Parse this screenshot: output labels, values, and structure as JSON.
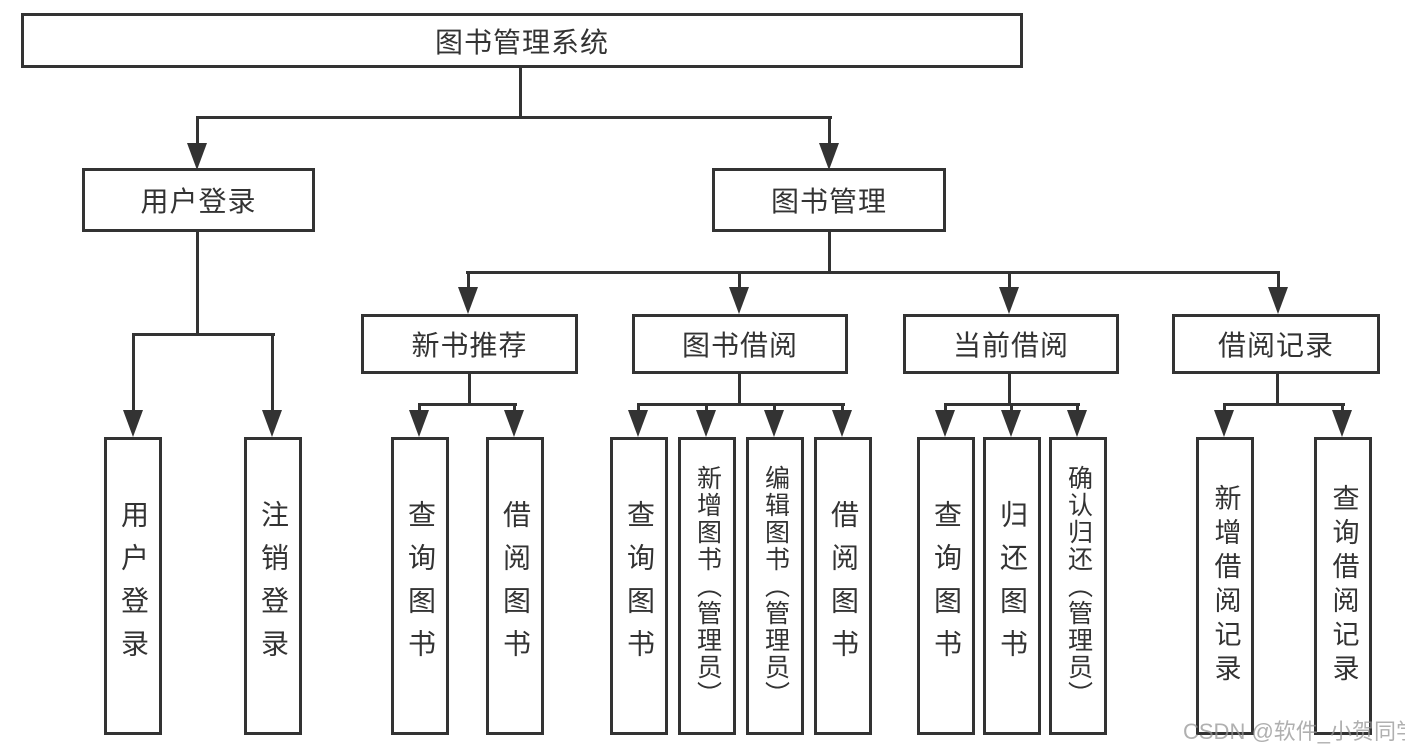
{
  "diagram": {
    "root": {
      "label": "图书管理系统"
    },
    "user_login": {
      "label": "用户登录",
      "children": [
        "用户登录",
        "注销登录"
      ]
    },
    "book_mgmt": {
      "label": "图书管理"
    },
    "new_books": {
      "label": "新书推荐",
      "children": [
        "查询图书",
        "借阅图书"
      ]
    },
    "book_borrow": {
      "label": "图书借阅",
      "children": [
        "查询图书",
        "新增图书（管理员）",
        "编辑图书（管理员）",
        "借阅图书"
      ]
    },
    "current_borrow": {
      "label": "当前借阅",
      "children": [
        "查询图书",
        "归还图书",
        "确认归还（管理员）"
      ]
    },
    "borrow_records": {
      "label": "借阅记录",
      "children": [
        "新增借阅记录",
        "查询借阅记录"
      ]
    }
  },
  "watermark": {
    "text": "CSDN @软件_小贺同学"
  },
  "colors": {
    "line": "#333333",
    "text": "#333333",
    "box_background": "#ffffff",
    "watermark": "#969696",
    "page_background": "#ffffff"
  }
}
